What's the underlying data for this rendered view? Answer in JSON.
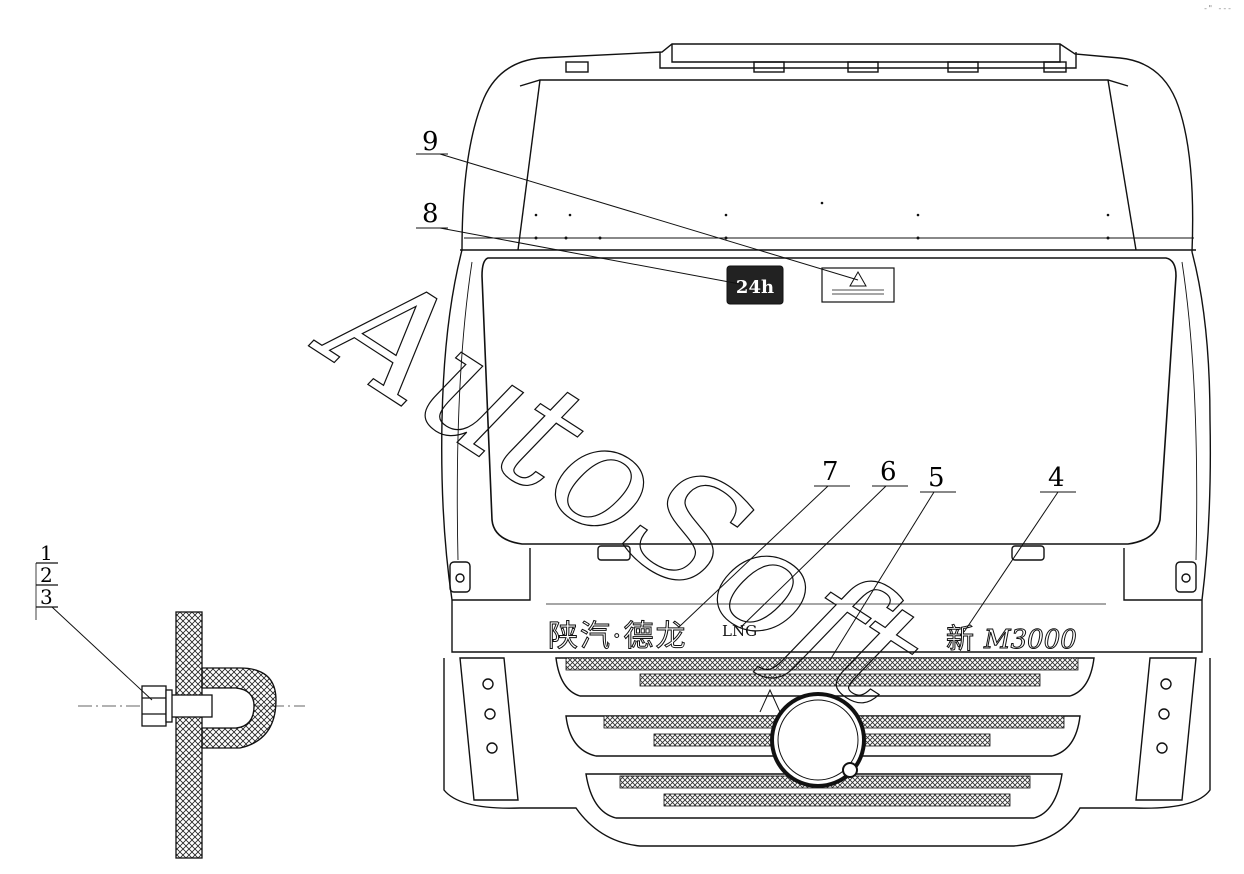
{
  "corner_mark": "-\" ---",
  "callouts": {
    "c1": "1",
    "c2": "2",
    "c3": "3",
    "c4": "4",
    "c5": "5",
    "c6": "6",
    "c7": "7",
    "c8": "8",
    "c9": "9"
  },
  "labels": {
    "badge_24h": "24h",
    "lng": "LNG",
    "brand_cn": "陕汽·德龙",
    "model_prefix": "新",
    "model_name": "M3000"
  },
  "watermark": "AutoSoft"
}
